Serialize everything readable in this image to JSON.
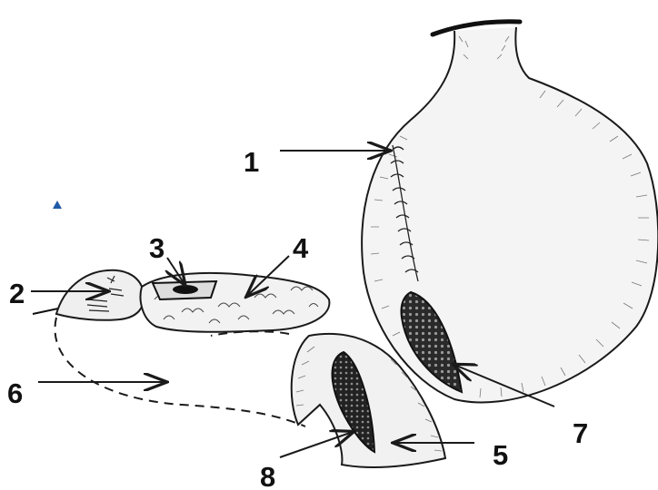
{
  "labels": {
    "l1": "1",
    "l2": "2",
    "l3": "3",
    "l4": "4",
    "l5": "5",
    "l6": "6",
    "l7": "7",
    "l8": "8"
  },
  "colors": {
    "ink": "#1a1a1a",
    "marker": "#1f5aa6"
  }
}
